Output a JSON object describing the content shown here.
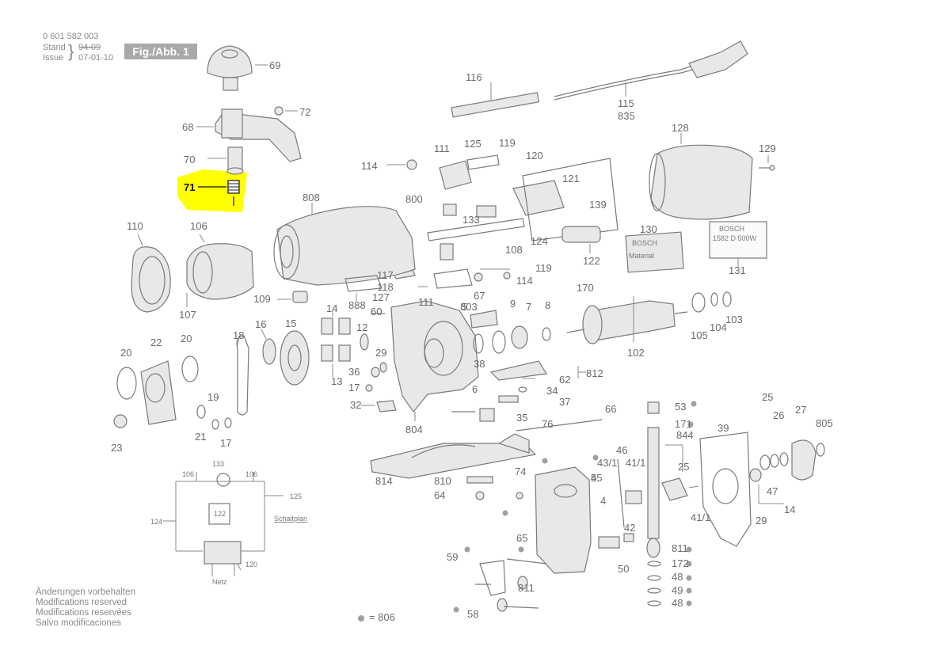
{
  "header": {
    "part_no": "0 601 582 003",
    "stand_label": "Stand",
    "issue_label": "Issue",
    "stand_old": "94-09",
    "issue_date": "07-01-10",
    "figure": "Fig./Abb. 1"
  },
  "highlight_label": "71",
  "labels": [
    "69",
    "72",
    "68",
    "70",
    "116",
    "115",
    "835",
    "128",
    "129",
    "111",
    "125",
    "119",
    "114",
    "120",
    "121",
    "139",
    "800",
    "133",
    "808",
    "110",
    "106",
    "107",
    "109",
    "888",
    "117",
    "118",
    "127",
    "14",
    "108",
    "124",
    "122",
    "130",
    "131",
    "111",
    "114",
    "119",
    "67",
    "5",
    "9",
    "7",
    "8",
    "170",
    "60",
    "12",
    "16",
    "15",
    "18",
    "22",
    "20",
    "20",
    "13",
    "29",
    "36",
    "17",
    "32",
    "38",
    "6",
    "62",
    "812",
    "34",
    "37",
    "35",
    "105",
    "104",
    "103",
    "102",
    "19",
    "21",
    "17",
    "23",
    "804",
    "76",
    "66",
    "53",
    "171",
    "844",
    "39",
    "25",
    "26",
    "27",
    "805",
    "25",
    "46",
    "43/1",
    "41/1",
    "45",
    "4",
    "42",
    "41/1",
    "47",
    "14",
    "29",
    "814",
    "810",
    "64",
    "74",
    "65",
    "59",
    "811",
    "58",
    "811",
    "172",
    "48",
    "49",
    "48",
    "50",
    "803",
    "5",
    "4"
  ],
  "bosch_plate1": {
    "brand": "BOSCH",
    "text": "Material"
  },
  "bosch_plate2": {
    "brand": "BOSCH",
    "text": "1582 D   500W"
  },
  "schematic": {
    "labels": [
      "133",
      "106",
      "106",
      "125",
      "122",
      "124",
      "120"
    ],
    "title": "Schaltplan",
    "netz": "Netz"
  },
  "footer": [
    "Änderungen vorbehalten",
    "Modifications reserved",
    "Modifications reservées",
    "Salvo modificaciones"
  ],
  "legend": {
    "text": "= 806"
  },
  "colors": {
    "highlight": "#ffff00",
    "lines": "#7a7a7a",
    "text": "#6a6a6a"
  }
}
